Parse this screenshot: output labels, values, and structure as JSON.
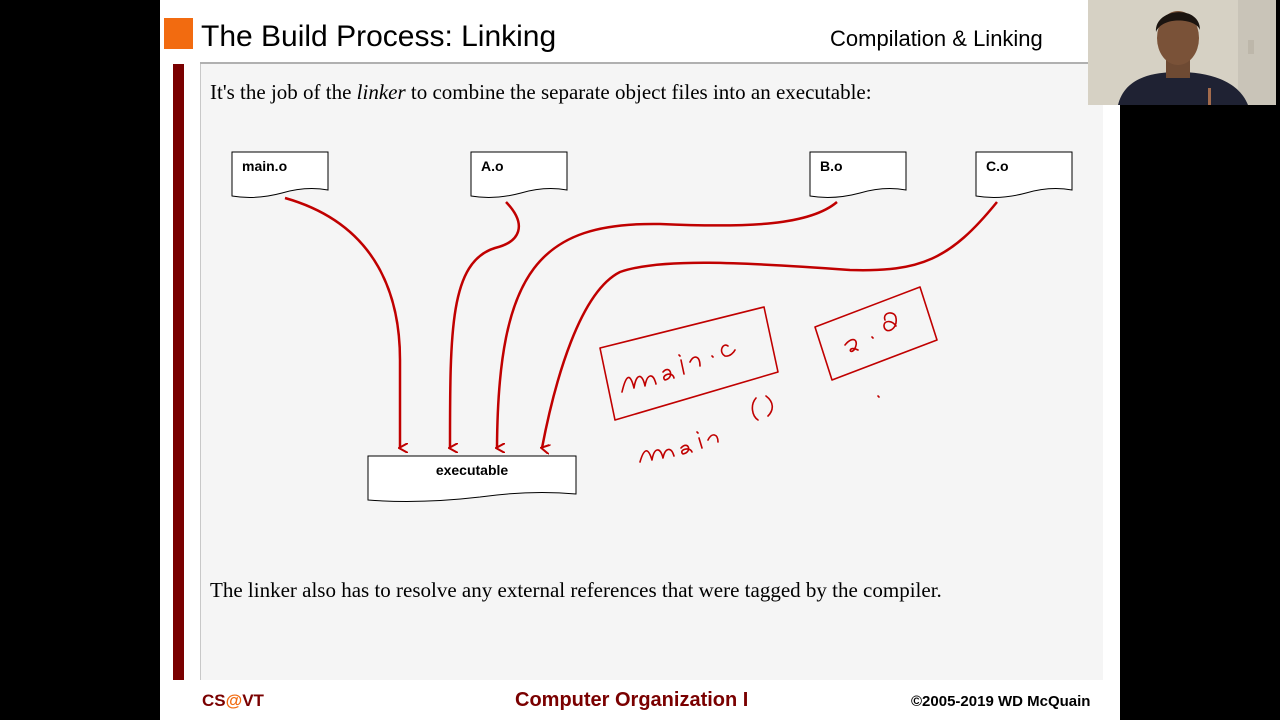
{
  "slide": {
    "title": "The Build Process: Linking",
    "section": "Compilation & Linking",
    "intro": {
      "before": "It's the job of the ",
      "emphasis": "linker",
      "after": " to combine the separate object files into an executable:"
    },
    "resolve_text": "The linker also has to resolve any external references that were tagged by the compiler."
  },
  "diagram": {
    "inputs": [
      "main.o",
      "A.o",
      "B.o",
      "C.o"
    ],
    "output": "executable"
  },
  "footer": {
    "left_prefix": "CS",
    "left_at": "@",
    "left_suffix": "VT",
    "center": "Computer Organization I",
    "right": "©2005-2019 WD McQuain"
  },
  "colors": {
    "accent_orange": "#f26b10",
    "maroon": "#7a0000",
    "annotation_red": "#c00000"
  },
  "icons": [
    "webcam-presenter"
  ]
}
